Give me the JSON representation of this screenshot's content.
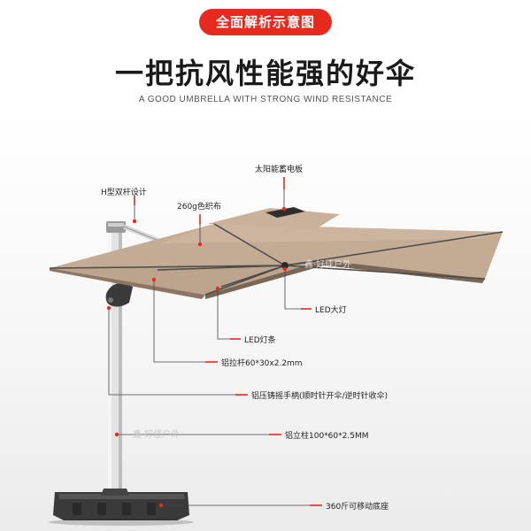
{
  "header": {
    "badge": "全面解析示意图",
    "title": "一把抗风性能强的好伞",
    "subtitle": "A GOOD UMBRELLA WITH STRONG WIND RESISTANCE"
  },
  "labels": {
    "solar_panel": "太阳能蓄电板",
    "h_frame": "H型双杆设计",
    "fabric": "260g色织布",
    "led_light": "LED大灯",
    "led_strip": "LED灯条",
    "pole_arm": "铝拉杆60*30x2.2mm",
    "crank_handle": "铝压铸摇手柄(顺时针开伞/逆时针收伞)",
    "main_pole": "铝立柱100*60*2.5MM",
    "base": "360斤可移动底座"
  },
  "watermark": "鑫·好佳户外",
  "colors": {
    "accent": "#e62a1e",
    "canopy": "#c4ab94",
    "pole": "#e3e3e3"
  }
}
